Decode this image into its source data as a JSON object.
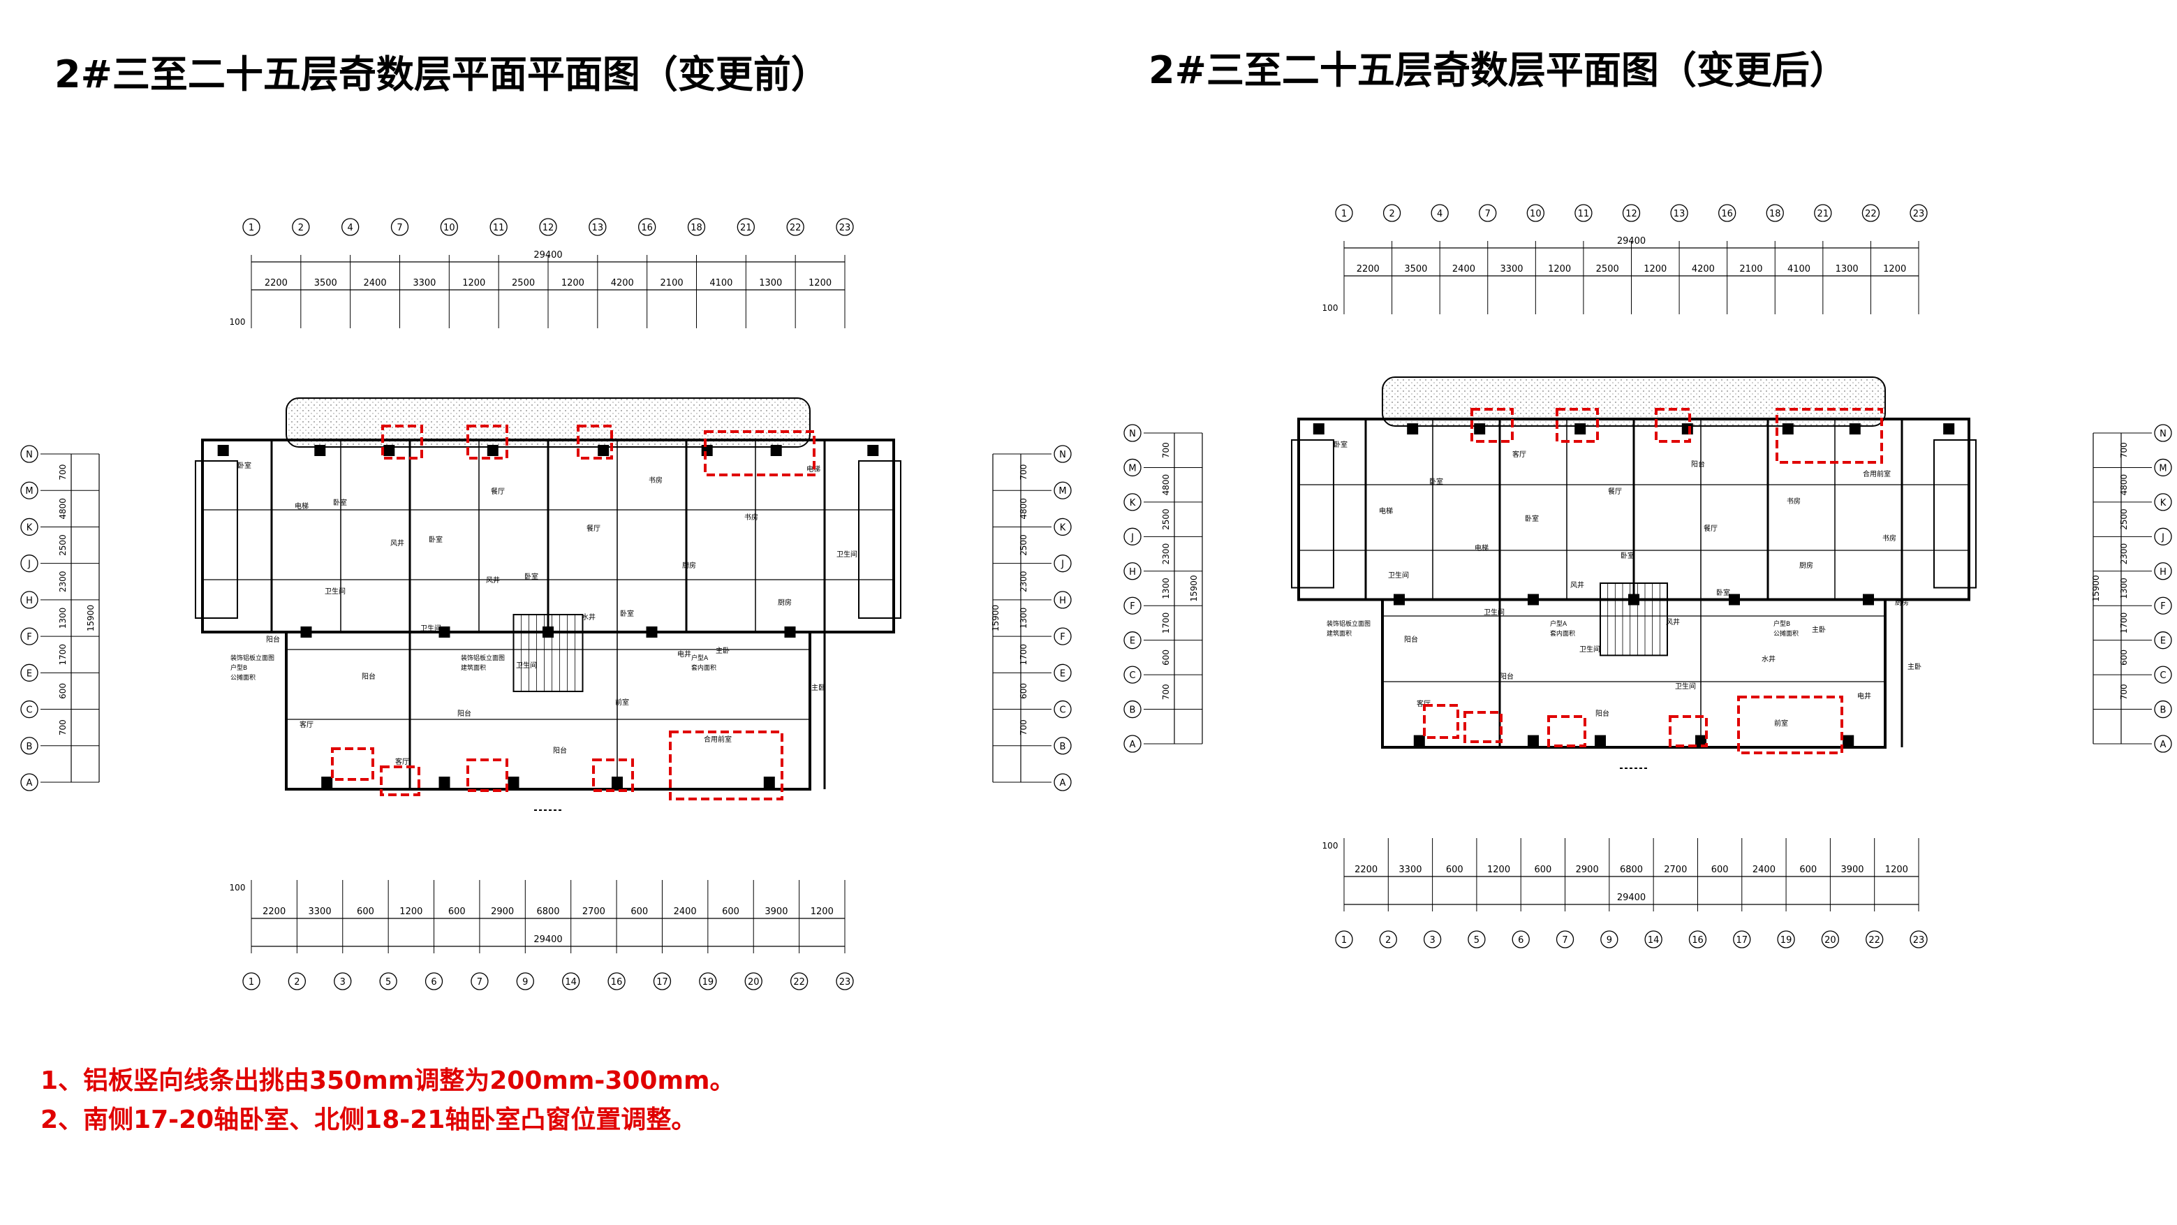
{
  "slide": {
    "title_before": "2#三至二十五层奇数层平面平面图（变更前）",
    "title_after": "2#三至二十五层奇数层平面图（变更后）",
    "notes": [
      "1、铝板竖向线条出挑由350mm调整为200mm-300mm。",
      "2、南侧17-20轴卧室、北侧18-21轴卧室凸窗位置调整。"
    ]
  },
  "plan_before": {
    "top_axes": [
      "1",
      "2",
      "4",
      "7",
      "10",
      "11",
      "12",
      "13",
      "16",
      "18",
      "21",
      "22",
      "23"
    ],
    "top_dims": [
      "2200",
      "3500",
      "2400",
      "3300",
      "1200",
      "2500",
      "1200",
      "4200",
      "2100",
      "4100",
      "1300",
      "1200"
    ],
    "bottom_axes": [
      "1",
      "2",
      "3",
      "5",
      "6",
      "7",
      "9",
      "14",
      "16",
      "17",
      "19",
      "20",
      "22",
      "23"
    ],
    "bottom_dims": [
      "2200",
      "3300",
      "600",
      "1200",
      "600",
      "2900",
      "6800",
      "2700",
      "600",
      "2400",
      "600",
      "3900",
      "1200"
    ],
    "total": "29400",
    "row_axes": [
      "N",
      "M",
      "K",
      "J",
      "H",
      "F",
      "E",
      "C",
      "B",
      "A"
    ],
    "row_dims": [
      "700",
      "4800",
      "2500",
      "2300",
      "1300",
      "1700",
      "600",
      "700"
    ],
    "row_total": "15900",
    "edge_dim": "100",
    "rooms": [
      "卧室",
      "卧室",
      "卧室",
      "卧室",
      "卧室",
      "主卧",
      "主卧",
      "客厅",
      "客厅",
      "餐厅",
      "餐厅",
      "厨房",
      "厨房",
      "阳台",
      "阳台",
      "阳台",
      "阳台",
      "书房",
      "书房",
      "卫生间",
      "卫生间",
      "卫生间",
      "卫生间",
      "前室",
      "合用前室",
      "电梯",
      "电梯",
      "风井",
      "风井",
      "水井",
      "电井"
    ],
    "annotations": [
      "装饰铝板立面图",
      "装饰铝板立面图",
      "户型A",
      "户型B",
      "建筑面积",
      "套内面积",
      "公摊面积"
    ]
  },
  "plan_after": {
    "top_axes": [
      "1",
      "2",
      "4",
      "7",
      "10",
      "11",
      "12",
      "13",
      "16",
      "18",
      "21",
      "22",
      "23"
    ],
    "top_dims": [
      "2200",
      "3500",
      "2400",
      "3300",
      "1200",
      "2500",
      "1200",
      "4200",
      "2100",
      "4100",
      "1300",
      "1200"
    ],
    "bottom_axes": [
      "1",
      "2",
      "3",
      "5",
      "6",
      "7",
      "9",
      "14",
      "16",
      "17",
      "19",
      "20",
      "22",
      "23"
    ],
    "bottom_dims": [
      "2200",
      "3300",
      "600",
      "1200",
      "600",
      "2900",
      "6800",
      "2700",
      "600",
      "2400",
      "600",
      "3900",
      "1200"
    ],
    "total": "29400",
    "row_axes": [
      "N",
      "M",
      "K",
      "J",
      "H",
      "F",
      "E",
      "C",
      "B",
      "A"
    ],
    "row_dims": [
      "700",
      "4800",
      "2500",
      "2300",
      "1300",
      "1700",
      "600",
      "700"
    ],
    "row_total": "15900",
    "edge_dim": "100",
    "rooms": [
      "卧室",
      "卧室",
      "卧室",
      "卧室",
      "卧室",
      "主卧",
      "主卧",
      "客厅",
      "客厅",
      "餐厅",
      "餐厅",
      "厨房",
      "厨房",
      "阳台",
      "阳台",
      "阳台",
      "阳台",
      "书房",
      "书房",
      "卫生间",
      "卫生间",
      "卫生间",
      "卫生间",
      "前室",
      "合用前室",
      "电梯",
      "电梯",
      "风井",
      "风井",
      "水井",
      "电井"
    ],
    "annotations": [
      "装饰铝板立面图",
      "户型A",
      "户型B",
      "建筑面积",
      "套内面积",
      "公摊面积"
    ]
  },
  "colors": {
    "highlight": "#e00000",
    "line": "#000000",
    "hatch": "#9a9a9a"
  }
}
